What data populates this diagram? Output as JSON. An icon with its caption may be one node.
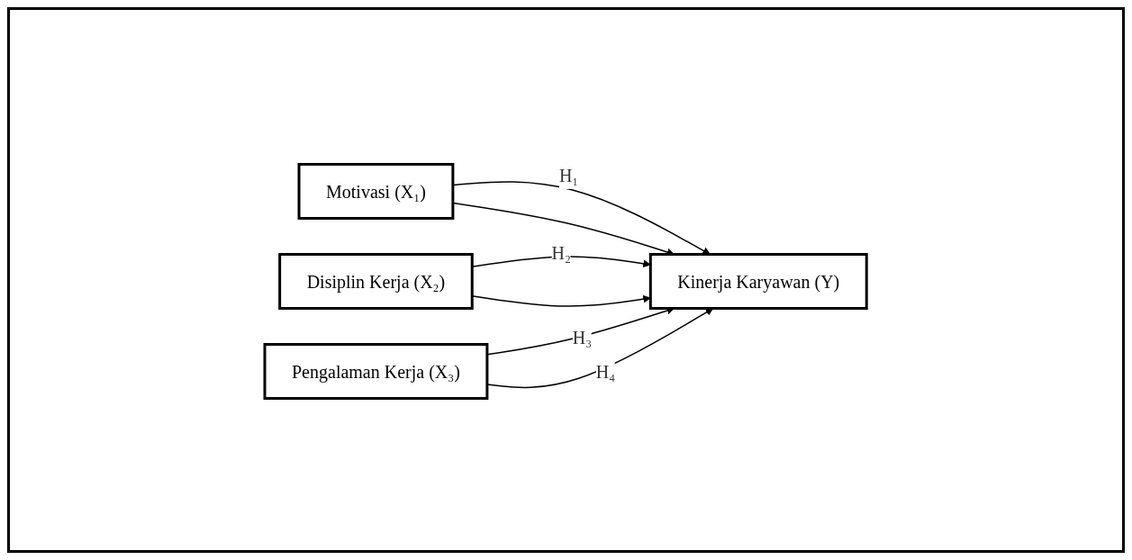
{
  "diagram": {
    "nodes": [
      {
        "text": [
          "Motivasi (X₁)"
        ]
      },
      {
        "text": [
          "Disiplin Kerja (X₂)"
        ]
      },
      {
        "text": [
          "Pengalaman Kerja (X₃)"
        ]
      },
      {
        "text": [
          "Kinerja Karyawan (Y)"
        ]
      }
    ],
    "edges": [
      {
        "from": 0,
        "to": 3,
        "arrow": "to",
        "label": "H₁"
      },
      {
        "from": 1,
        "to": 3,
        "arrow": "to",
        "label": "H₂"
      },
      {
        "from": 2,
        "to": 3,
        "arrow": "to",
        "label": "H₃"
      },
      {
        "from": 0,
        "to": 3,
        "arrow": "to"
      },
      {
        "from": 1,
        "to": 3,
        "arrow": "to"
      },
      {
        "from": 2,
        "to": 3,
        "arrow": "to",
        "label": "H₄"
      }
    ]
  }
}
